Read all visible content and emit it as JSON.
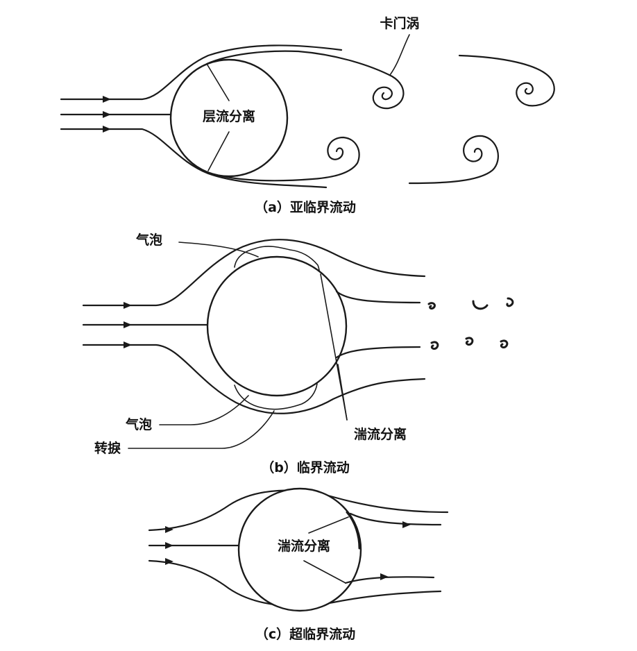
{
  "panel_a": {
    "caption": "（a）亚临界流动",
    "label_separation": "层流分离",
    "label_vortex": "卡门涡"
  },
  "panel_b": {
    "caption": "（b）临界流动",
    "label_bubble_top": "气泡",
    "label_bubble_bottom": "气泡",
    "label_transition": "转捩",
    "label_separation": "湍流分离"
  },
  "panel_c": {
    "caption": "（c）超临界流动",
    "label_separation": "湍流分离"
  }
}
